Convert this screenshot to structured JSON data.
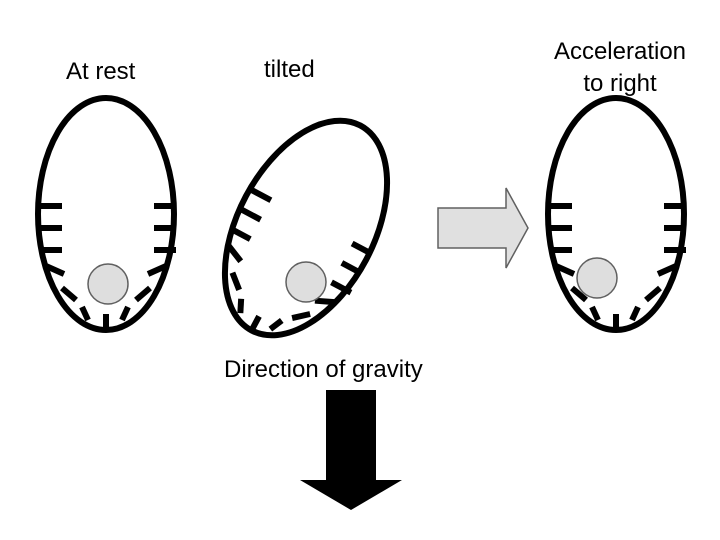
{
  "labels": {
    "at_rest": "At rest",
    "tilted": "tilted",
    "acceleration_line1": "Acceleration",
    "acceleration_line2": "to right",
    "gravity": "Direction of gravity"
  },
  "colors": {
    "outline": "#000000",
    "otolith_fill": "#dedede",
    "otolith_stroke": "#606060",
    "accel_arrow_fill": "#e0e0e0",
    "accel_arrow_stroke": "#606060",
    "gravity_arrow_fill": "#000000"
  }
}
